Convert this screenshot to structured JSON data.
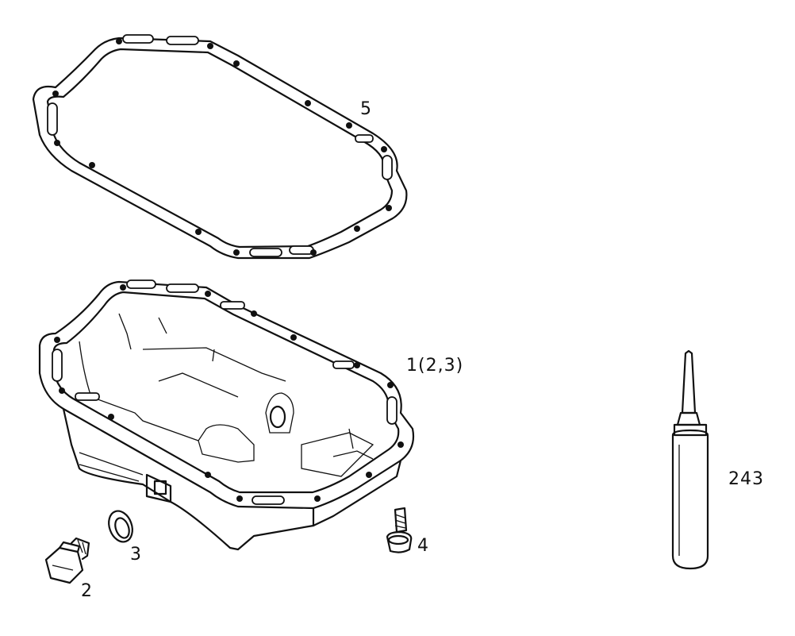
{
  "callouts": {
    "gasket": "5",
    "oil_pan": "1(2,3)",
    "drain_plug": "2",
    "seal_ring": "3",
    "bolt": "4",
    "sealant": "243"
  }
}
